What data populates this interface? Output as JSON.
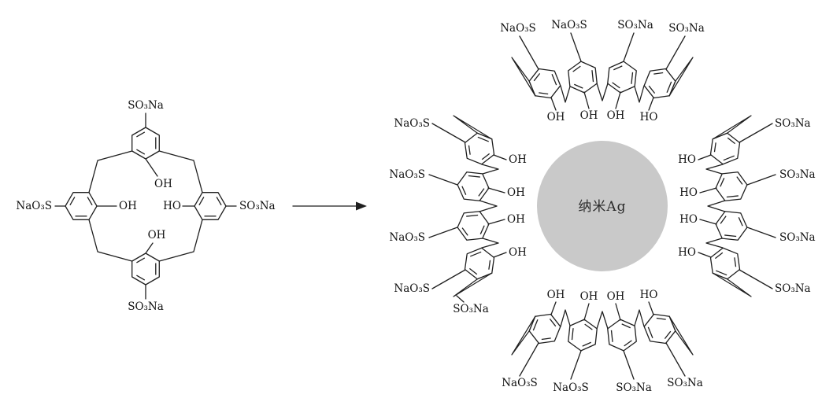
{
  "scheme": {
    "monomer": {
      "top_sulfonate": "SO₃Na",
      "left_sulfonate": "NaO₃S",
      "right_sulfonate": "SO₃Na",
      "bottom_sulfonate": "SO₃Na",
      "oh_top": "OH",
      "oh_left": "OH",
      "ho_right": "HO",
      "oh_bottom": "OH"
    },
    "nanoparticle": {
      "label": "纳米Ag",
      "fill": "#c9c9c9"
    },
    "cups": {
      "top": {
        "outer": [
          "NaO₃S",
          "NaO₃S",
          "SO₃Na",
          "SO₃Na"
        ],
        "inner": [
          "OH",
          "OH",
          "OH",
          "HO"
        ]
      },
      "right": {
        "outer": [
          "SO₃Na",
          "SO₃Na",
          "SO₃Na",
          "SO₃Na"
        ],
        "inner": [
          "HO",
          "HO",
          "HO",
          "HO"
        ]
      },
      "bottom": {
        "outer": [
          "NaO₃S",
          "NaO₃S",
          "SO₃Na",
          "SO₃Na"
        ],
        "inner": [
          "OH",
          "OH",
          "OH",
          "HO"
        ]
      },
      "left": {
        "outer": [
          "NaO₃S",
          "NaO₃S",
          "NaO₃S",
          "NaO₃S"
        ],
        "inner": [
          "OH",
          "OH",
          "OH",
          "OH"
        ],
        "extra": "SO₃Na"
      }
    },
    "colors": {
      "stroke": "#1f1f1f",
      "particle_fill": "#c9c9c9"
    }
  }
}
